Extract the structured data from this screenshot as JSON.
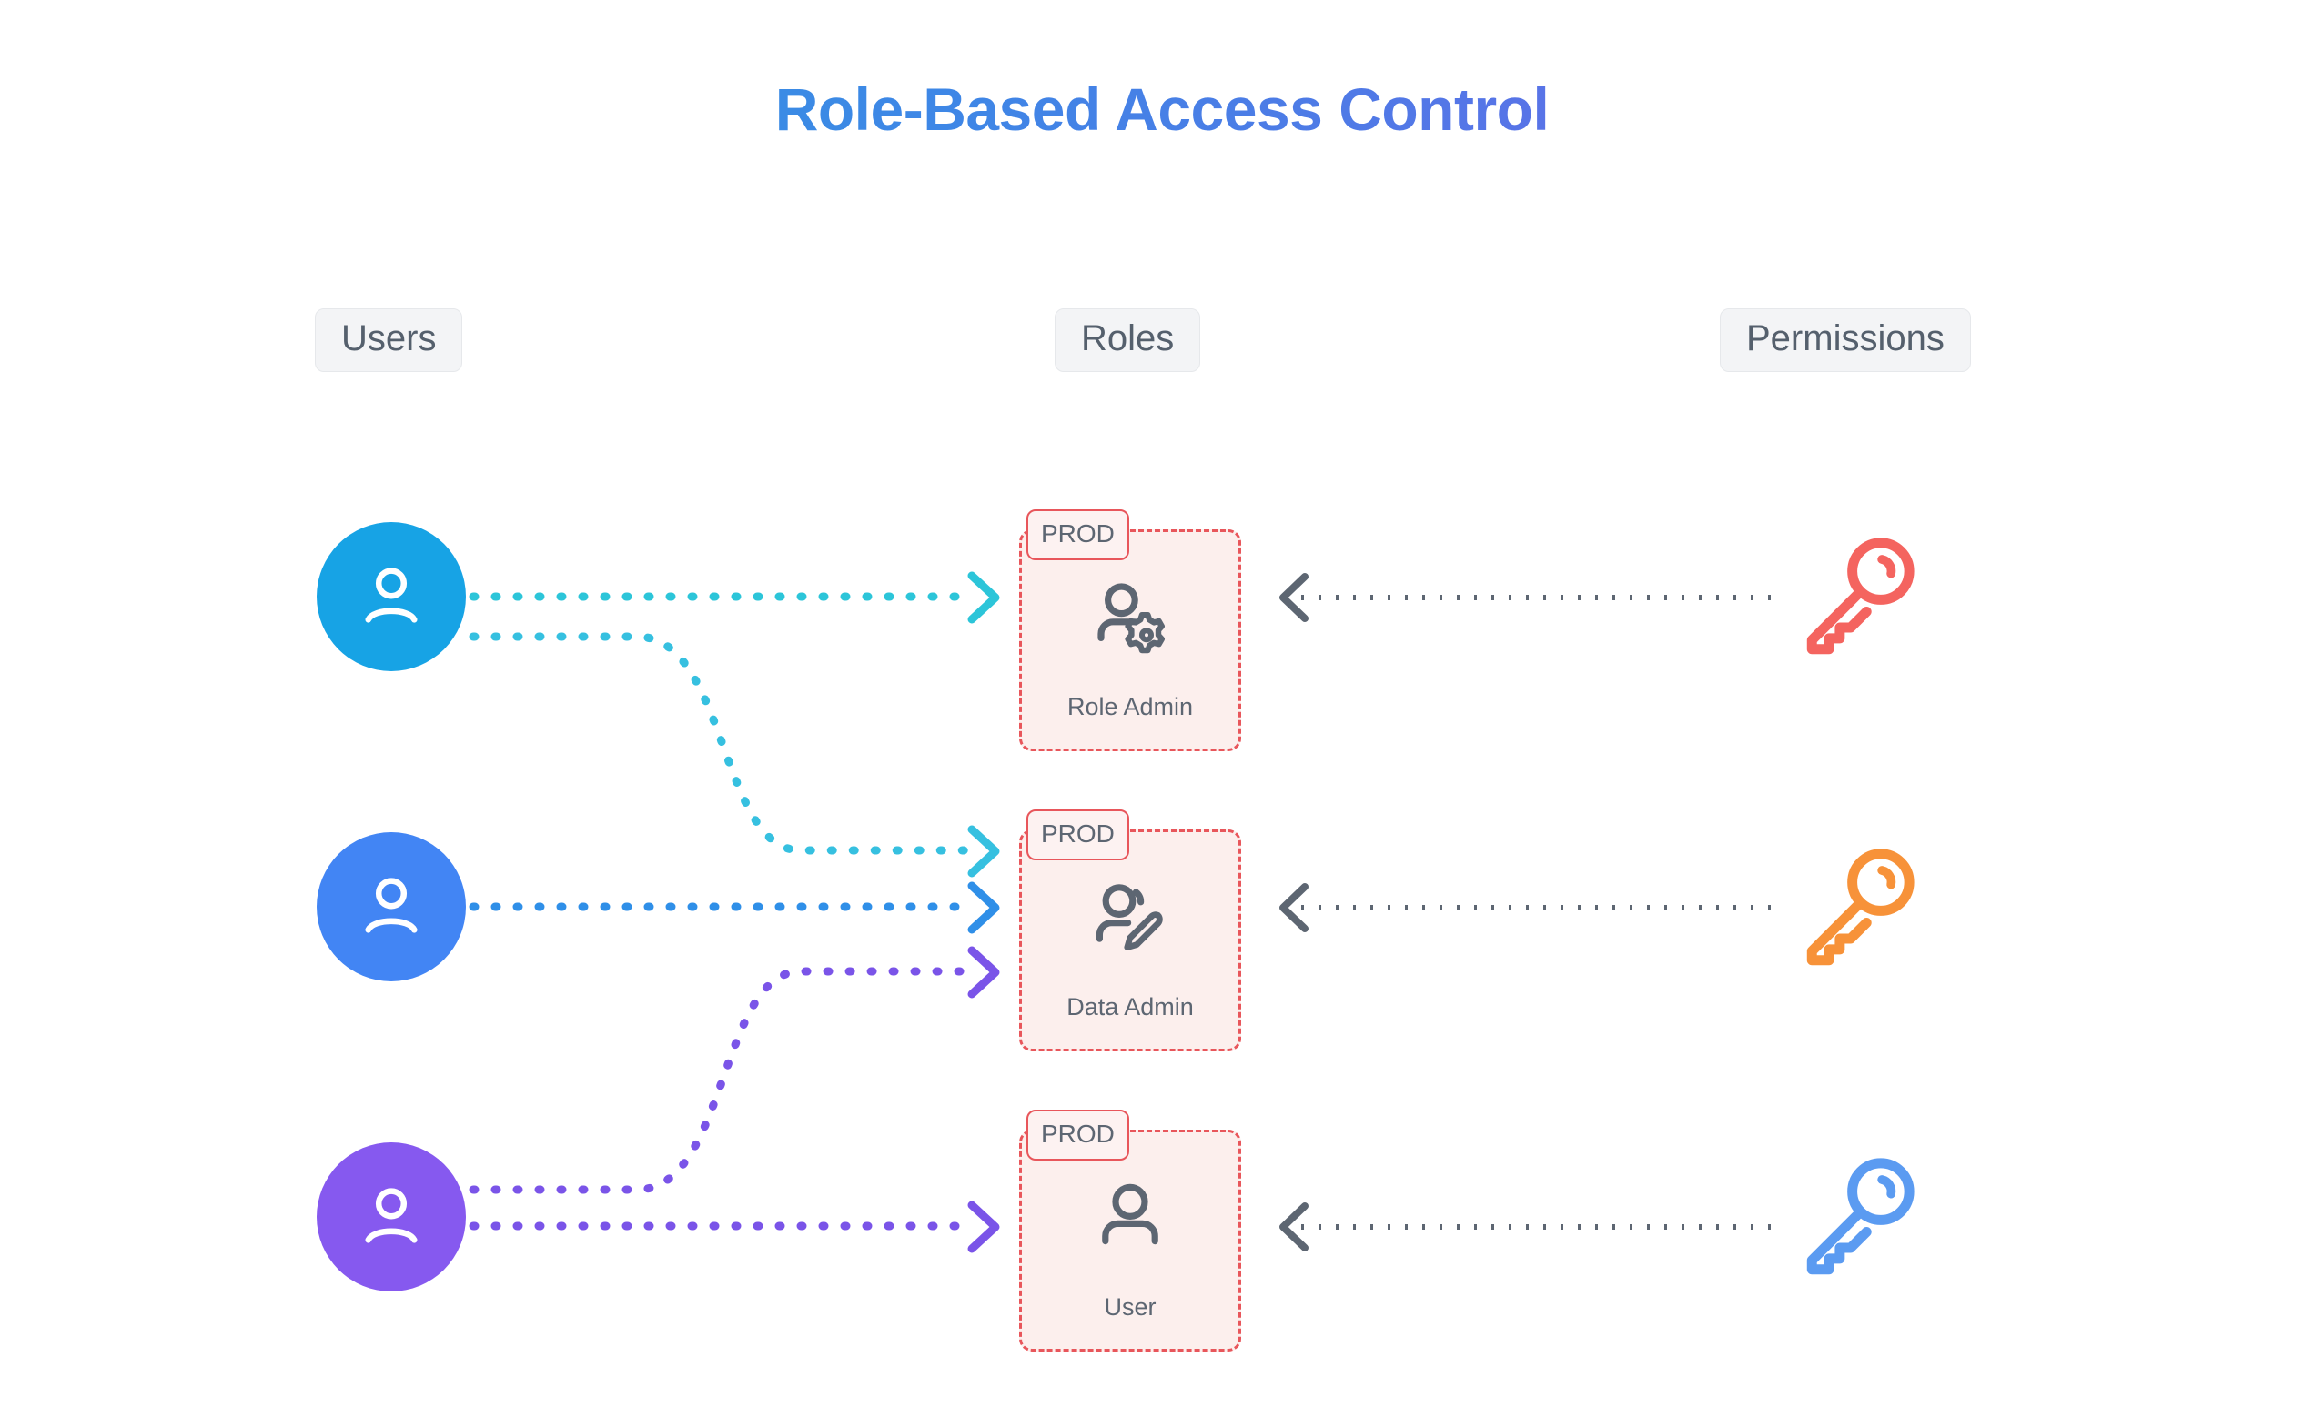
{
  "page": {
    "title": "Role-Based Access Control",
    "background": "#ffffff",
    "title_gradient_from": "#2a9fe0",
    "title_gradient_to": "#7a5ae8"
  },
  "columns": {
    "users_label": "Users",
    "roles_label": "Roles",
    "permissions_label": "Permissions"
  },
  "users": [
    {
      "name": "user-1",
      "icon": "person-icon",
      "color": "#17a3e5"
    },
    {
      "name": "user-2",
      "icon": "person-icon",
      "color": "#4285f4"
    },
    {
      "name": "user-3",
      "icon": "person-icon",
      "color": "#8659ef"
    }
  ],
  "roles": [
    {
      "label": "Role Admin",
      "badge": "PROD",
      "icon": "person-gear-icon",
      "border_color": "#e8565b",
      "fill_color": "#fcefed"
    },
    {
      "label": "Data Admin",
      "badge": "PROD",
      "icon": "person-pencil-icon",
      "border_color": "#e8565b",
      "fill_color": "#fcefed"
    },
    {
      "label": "User",
      "badge": "PROD",
      "icon": "person-icon",
      "border_color": "#e8565b",
      "fill_color": "#fcefed"
    }
  ],
  "permissions": [
    {
      "name": "permission-key-1",
      "icon": "key-icon",
      "color": "#f4645f"
    },
    {
      "name": "permission-key-2",
      "icon": "key-icon",
      "color": "#f79239"
    },
    {
      "name": "permission-key-3",
      "icon": "key-icon",
      "color": "#5b9bf1"
    }
  ],
  "connections": {
    "user_to_role": [
      {
        "from": "user-1",
        "to": "Role Admin",
        "color": "#2cc5d9",
        "style": "dotted",
        "arrow": "chevron-right"
      },
      {
        "from": "user-1",
        "to": "Data Admin",
        "color": "#36c0e0",
        "style": "dotted",
        "arrow": "chevron-right"
      },
      {
        "from": "user-2",
        "to": "Data Admin",
        "color": "#2f8fe8",
        "style": "dotted",
        "arrow": "chevron-right"
      },
      {
        "from": "user-3",
        "to": "Data Admin",
        "color": "#7a54e8",
        "style": "dotted",
        "arrow": "chevron-right"
      },
      {
        "from": "user-3",
        "to": "User",
        "color": "#7a54e8",
        "style": "dotted",
        "arrow": "chevron-right"
      }
    ],
    "permission_to_role": [
      {
        "from": "permission-key-1",
        "to": "Role Admin",
        "color": "#5d6672",
        "style": "dotted",
        "arrow": "chevron-left"
      },
      {
        "from": "permission-key-2",
        "to": "Data Admin",
        "color": "#5d6672",
        "style": "dotted",
        "arrow": "chevron-left"
      },
      {
        "from": "permission-key-3",
        "to": "User",
        "color": "#5d6672",
        "style": "dotted",
        "arrow": "chevron-left"
      }
    ]
  }
}
